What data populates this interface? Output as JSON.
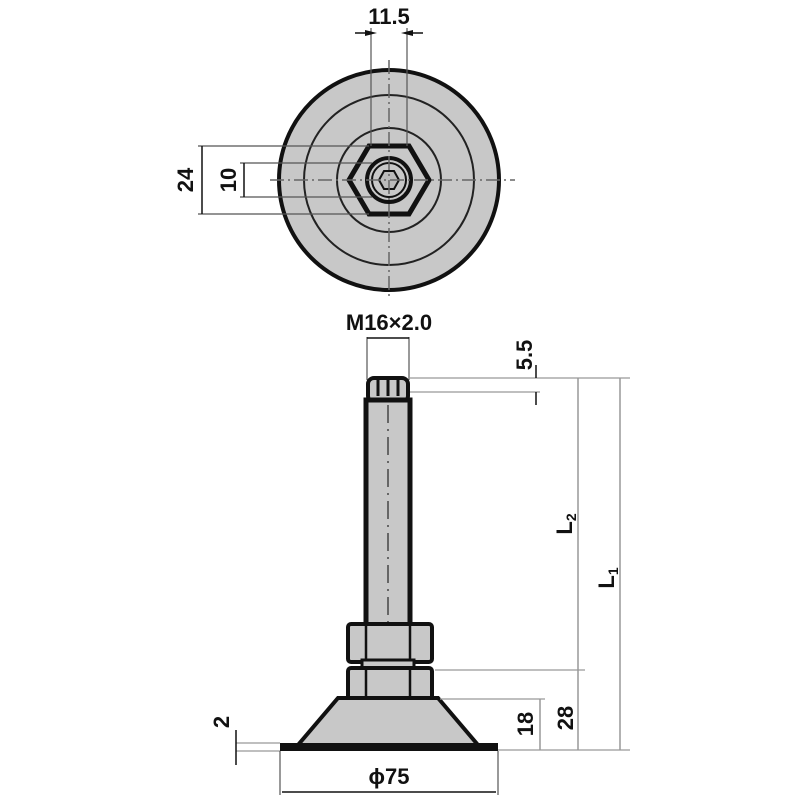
{
  "drawing": {
    "title": "Leveling foot technical drawing",
    "colors": {
      "fill": "#c8c8c8",
      "stroke": "#111111",
      "dim_line": "#999999",
      "background": "#ffffff"
    },
    "top_view": {
      "dims": {
        "hex_width": "11.5",
        "outer_height": "24",
        "inner_height": "10"
      }
    },
    "side_view": {
      "dims": {
        "thread": "M16×2.0",
        "top_chamfer": "5.5",
        "l2": "L2",
        "l1": "L1",
        "base_height": "28",
        "pad_height": "18",
        "plate_thickness": "2",
        "diameter": "ϕ75"
      },
      "l2_main": "L",
      "l2_sub": "2",
      "l1_main": "L",
      "l1_sub": "1"
    }
  }
}
